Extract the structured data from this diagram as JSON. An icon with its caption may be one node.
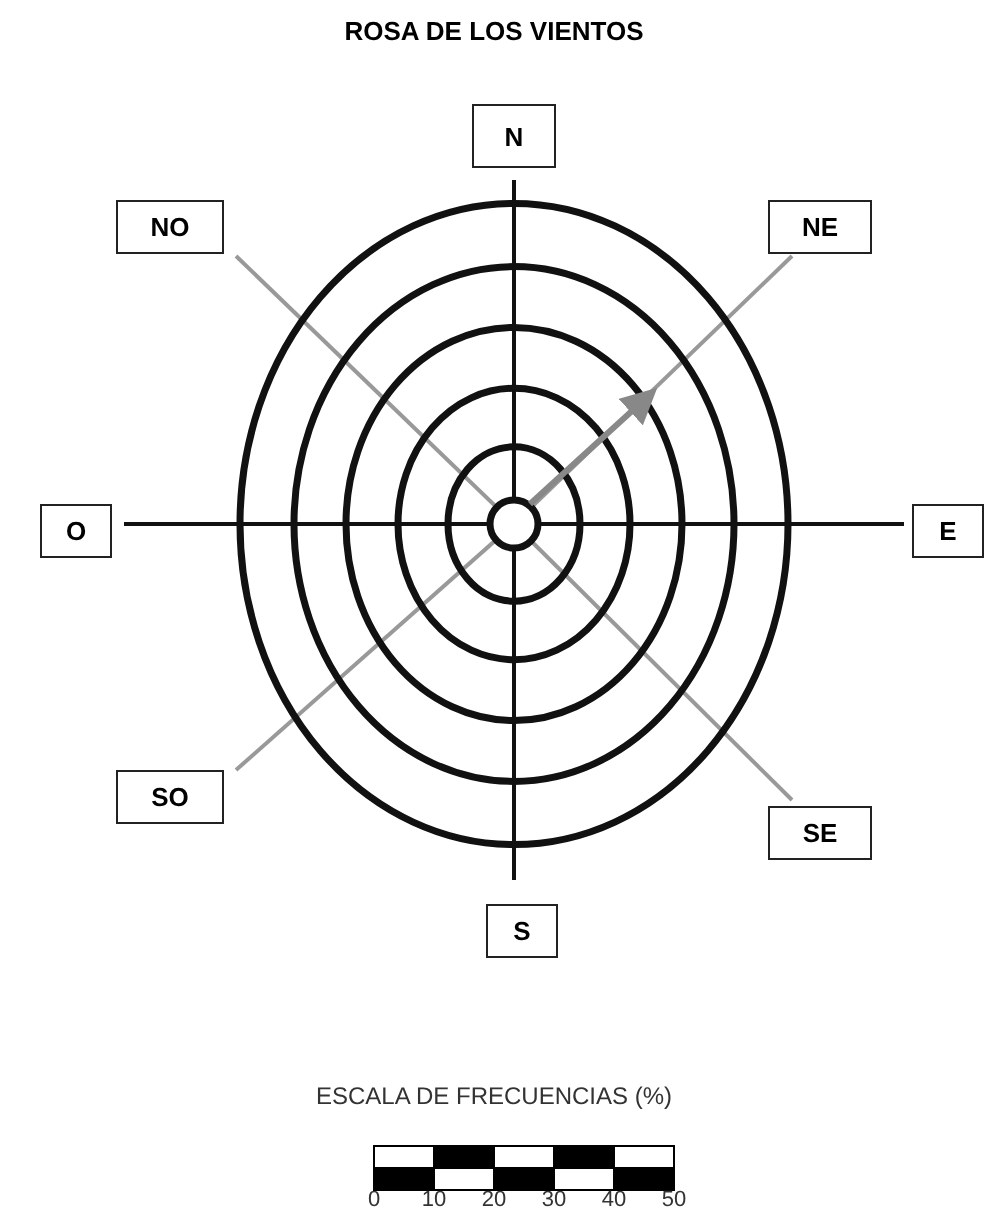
{
  "diagram": {
    "title": "ROSA DE LOS VIENTOS",
    "nodes": [
      {
        "text": [
          "N"
        ]
      },
      {
        "text": [
          "NO"
        ]
      },
      {
        "text": [
          "NE"
        ]
      },
      {
        "text": [
          "O"
        ]
      },
      {
        "text": [
          "E"
        ]
      },
      {
        "text": [
          "SO"
        ]
      },
      {
        "text": [
          "SE"
        ]
      },
      {
        "text": [
          "S"
        ]
      }
    ],
    "labels": [
      "ESCALA DE FRECUENCIAS (%)",
      "0",
      "10",
      "20",
      "30",
      "40",
      "50"
    ]
  }
}
